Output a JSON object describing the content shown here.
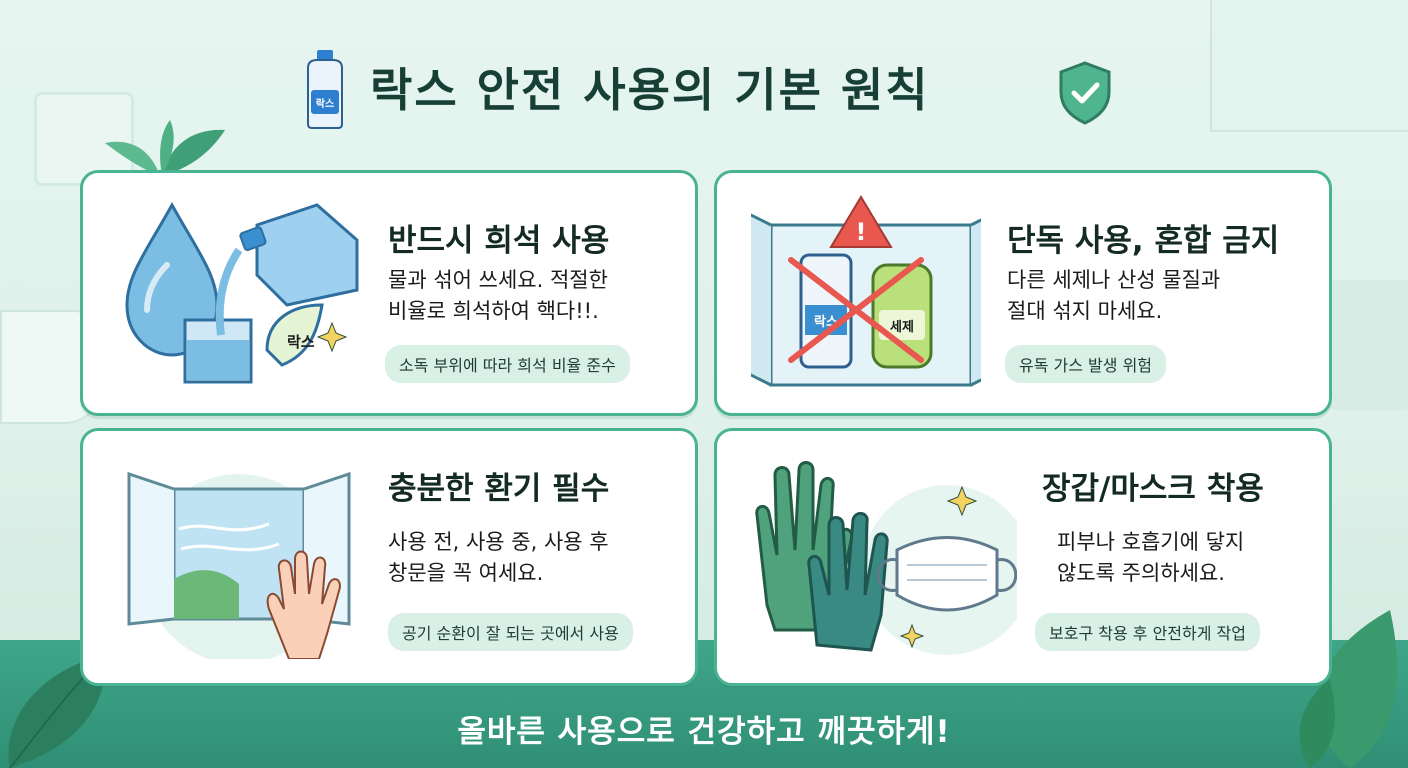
{
  "title": "락스 안전 사용의 기본 원칙",
  "bottle_label": "락스",
  "cards": [
    {
      "title": "반드시 희석 사용",
      "lines": [
        "물과 섞어 쓰세요. 적절한",
        "비율로 희석하여 핵다!!."
      ],
      "pill": "소독 부위에 따라 희석 비율 준수",
      "illus_label": "락스"
    },
    {
      "title": "단독 사용, 혼합 금지",
      "lines": [
        "다른 세제나 산성 물질과",
        "절대 섞지 마세요."
      ],
      "pill": "유독 가스 발생 위험",
      "illus_label_1": "락스",
      "illus_label_2": "세제"
    },
    {
      "title": "충분한 환기 필수",
      "lines": [
        "사용 전, 사용 중, 사용 후",
        "창문을 꼭 여세요."
      ],
      "pill": "공기 순환이 잘 되는 곳에서 사용"
    },
    {
      "title": "장갑/마스크 착용",
      "lines": [
        "피부나 호흡기에 닿지",
        "않도록 주의하세요."
      ],
      "pill": "보호구 착용 후 안전하게 작업"
    }
  ],
  "footer": "올바른 사용으로 건강하고 깨끗하게!",
  "colors": {
    "accent": "#4ab394",
    "pill_bg": "#d8f0e6",
    "title_text": "#173f35",
    "footer_bg": "#2f8f74",
    "warning": "#e8584f"
  }
}
